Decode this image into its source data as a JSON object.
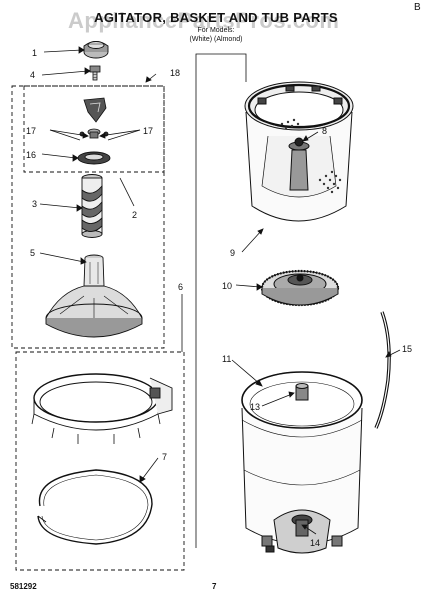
{
  "header": {
    "title": "AGITATOR, BASKET AND TUB PARTS",
    "subtitle_line1": "For Models: ",
    "subtitle_line2": "(White)               (Almond)",
    "watermark": "AppliancePartsPros.com",
    "corner_mark": "B"
  },
  "footer": {
    "sheet_code": "581292",
    "page_number": "7"
  },
  "callouts": {
    "c1": "1",
    "c2": "2",
    "c3": "3",
    "c4": "4",
    "c5": "5",
    "c6": "6",
    "c7": "7",
    "c8": "8",
    "c9": "9",
    "c10": "10",
    "c11": "11",
    "c13": "13",
    "c14": "14",
    "c15": "15",
    "c16": "16",
    "c17a": "17",
    "c17b": "17",
    "c18": "18"
  },
  "colors": {
    "ink": "#111111",
    "paper": "#ffffff",
    "watermark": "#8c8c8c"
  }
}
